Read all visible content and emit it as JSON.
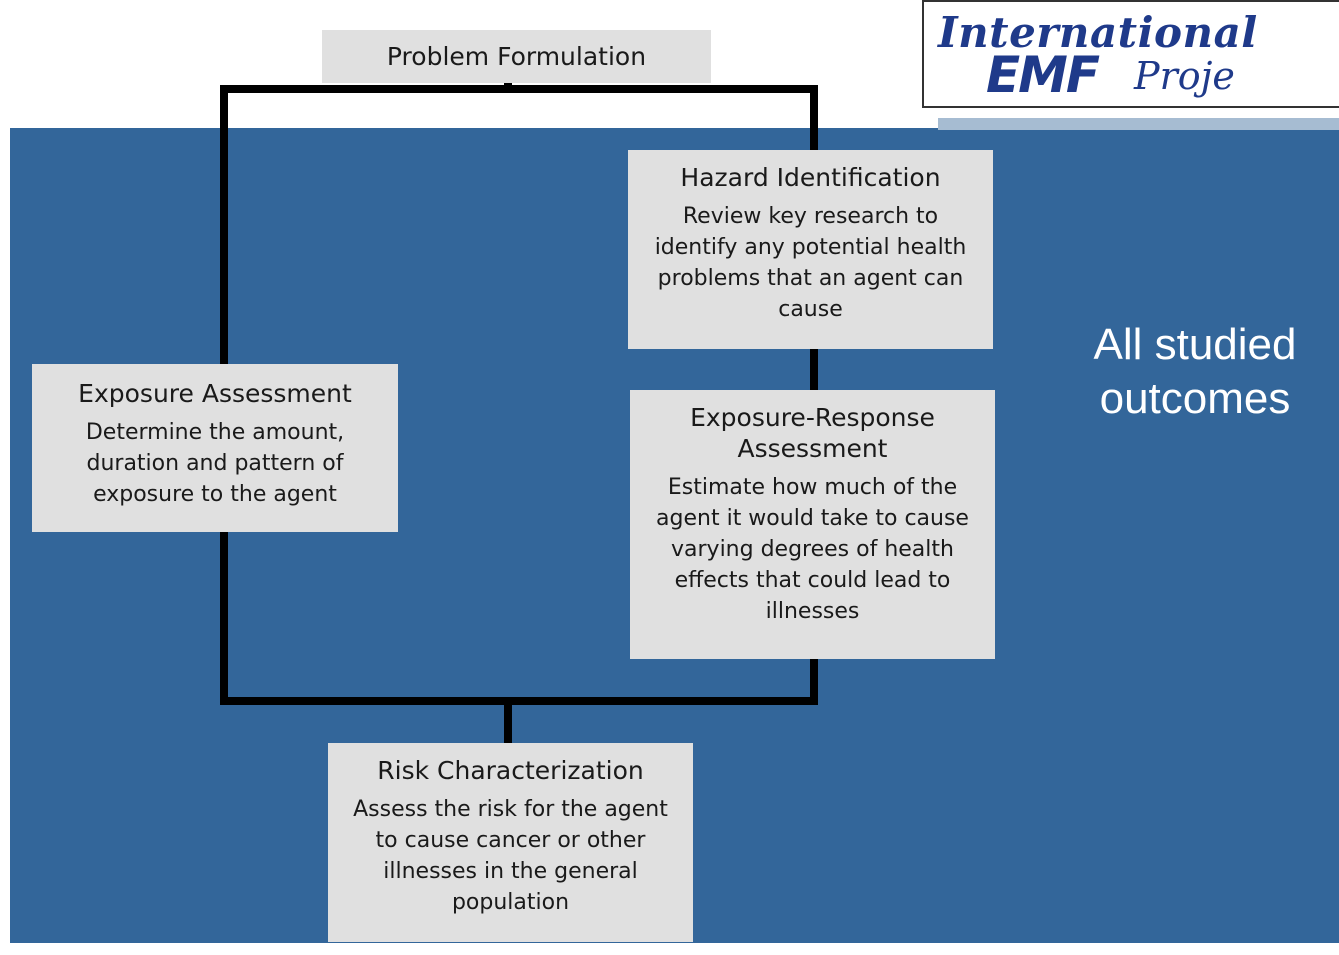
{
  "logo": {
    "line1": "International",
    "line2_emf": "EMF",
    "line2_rest": "Proje"
  },
  "boxes": {
    "problem": {
      "title": "Problem Formulation"
    },
    "hazard": {
      "title": "Hazard Identification",
      "description": "Review key research to identify any potential health problems that an agent can cause"
    },
    "exposure": {
      "title": "Exposure Assessment",
      "description": "Determine the amount, duration and pattern of exposure to the agent"
    },
    "exposure_response": {
      "title": "Exposure-Response Assessment",
      "description": "Estimate how much of the agent it would take to cause varying degrees of health effects that could lead to illnesses"
    },
    "risk": {
      "title": "Risk Characterization",
      "description": "Assess the risk for the agent to cause cancer or other illnesses in the general population"
    }
  },
  "side_note": "All studied outcomes",
  "colors": {
    "panel": "#33669a",
    "box": "#e0e0e0",
    "connector": "#000000",
    "logo_text": "#1f3a8a"
  }
}
